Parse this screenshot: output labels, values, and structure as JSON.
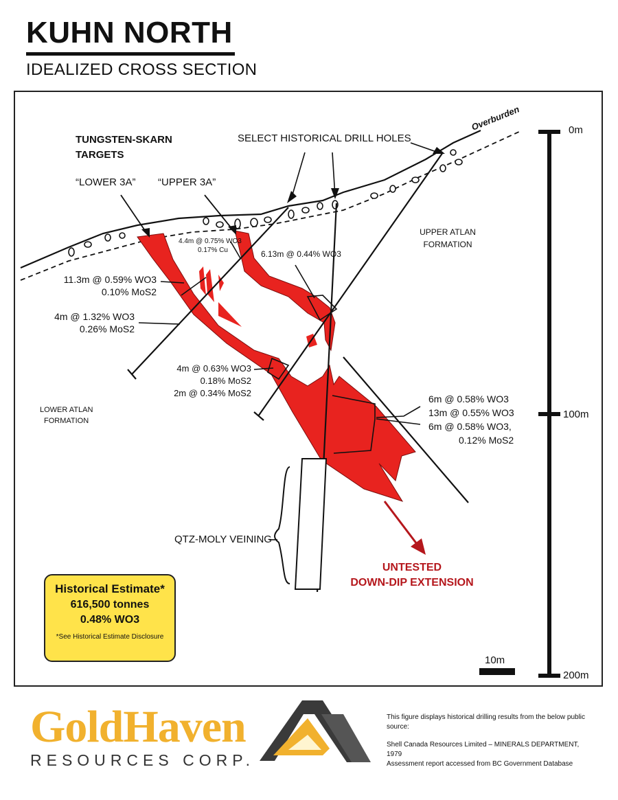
{
  "header": {
    "title": "KUHN NORTH",
    "subtitle": "IDEALIZED CROSS SECTION"
  },
  "labels": {
    "overburden": "Overburden",
    "drill_holes": "SELECT HISTORICAL DRILL HOLES",
    "targets_line1": "TUNGSTEN-SKARN",
    "targets_line2": "TARGETS",
    "lower_3a": "“LOWER 3A”",
    "upper_3a": "“UPPER 3A”",
    "upper_atlan_1": "UPPER ATLAN",
    "upper_atlan_2": "FORMATION",
    "lower_atlan_1": "LOWER ATLAN",
    "lower_atlan_2": "FORMATION",
    "qtz_moly": "QTZ-MOLY VEINING",
    "untested_1": "UNTESTED",
    "untested_2": "DOWN-DIP EXTENSION"
  },
  "intercepts": {
    "i1_line1": "11.3m @ 0.59% WO3",
    "i1_line2": "0.10% MoS2",
    "i2_line1": "4m @ 1.32% WO3",
    "i2_line2": "0.26% MoS2",
    "i3_line1": "4.4m @ 0.75% WO3",
    "i3_line2": "0.17% Cu",
    "i4": "6.13m @ 0.44% WO3",
    "i5_line1": "4m @ 0.63% WO3",
    "i5_line2": "0.18% MoS2",
    "i5_line3": "2m @ 0.34% MoS2",
    "i6_line1": "6m  @ 0.58% WO3",
    "i6_line2": "13m @ 0.55% WO3",
    "i6_line3": "6m  @ 0.58% WO3,",
    "i6_line4": "0.12% MoS2"
  },
  "depth_scale": {
    "ticks": [
      {
        "label": "0m",
        "depth_m": 0
      },
      {
        "label": "100m",
        "depth_m": 100
      },
      {
        "label": "200m",
        "depth_m": 200
      }
    ],
    "bar_label": "10m"
  },
  "estimate": {
    "heading": "Historical Estimate*",
    "tonnes": "616,500 tonnes",
    "grade": "0.48% WO3",
    "note": "*See Historical Estimate Disclosure"
  },
  "logo": {
    "name": "GoldHaven",
    "sub": "RESOURCES CORP."
  },
  "source": {
    "line1": "This figure displays historical drilling results from the below public source:",
    "line2": "Shell Canada Resources Limited – MINERALS DEPARTMENT, 1979",
    "line3": "Assessment report accessed from BC Government Database"
  },
  "colors": {
    "skarn_red": "#e8231f",
    "estimate_yellow": "#ffe34a",
    "logo_gold": "#f1b12e",
    "arrow_red": "#b5171c"
  }
}
